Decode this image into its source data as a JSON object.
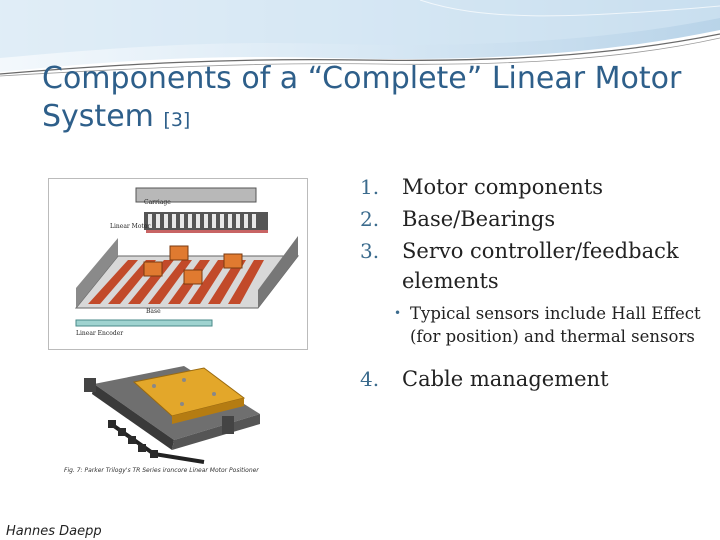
{
  "slide": {
    "title": "Components of a “Complete” Linear Motor System",
    "title_ref": "[3]",
    "items": [
      {
        "num": "1.",
        "text": "Motor components"
      },
      {
        "num": "2.",
        "text": "Base/Bearings"
      },
      {
        "num": "3.",
        "text": "Servo controller/feedback elements"
      },
      {
        "num": "4.",
        "text": "Cable management"
      }
    ],
    "subitem": {
      "bullet": "•",
      "text": "Typical sensors include Hall Effect (for position) and thermal sensors"
    },
    "footer": "Hannes Daepp",
    "diagram_labels": {
      "carriage": "Carriage",
      "linear_motor": "Linear Motor",
      "base": "Base",
      "linear_encoder": "Linear Encoder"
    },
    "photo_caption": "Fig. 7: Parker Trilogy's TR Series ironcore Linear Motor Positioner"
  },
  "colors": {
    "title": "#2e5f8a",
    "number": "#3b6b8d",
    "wave": "#9cc3df"
  }
}
